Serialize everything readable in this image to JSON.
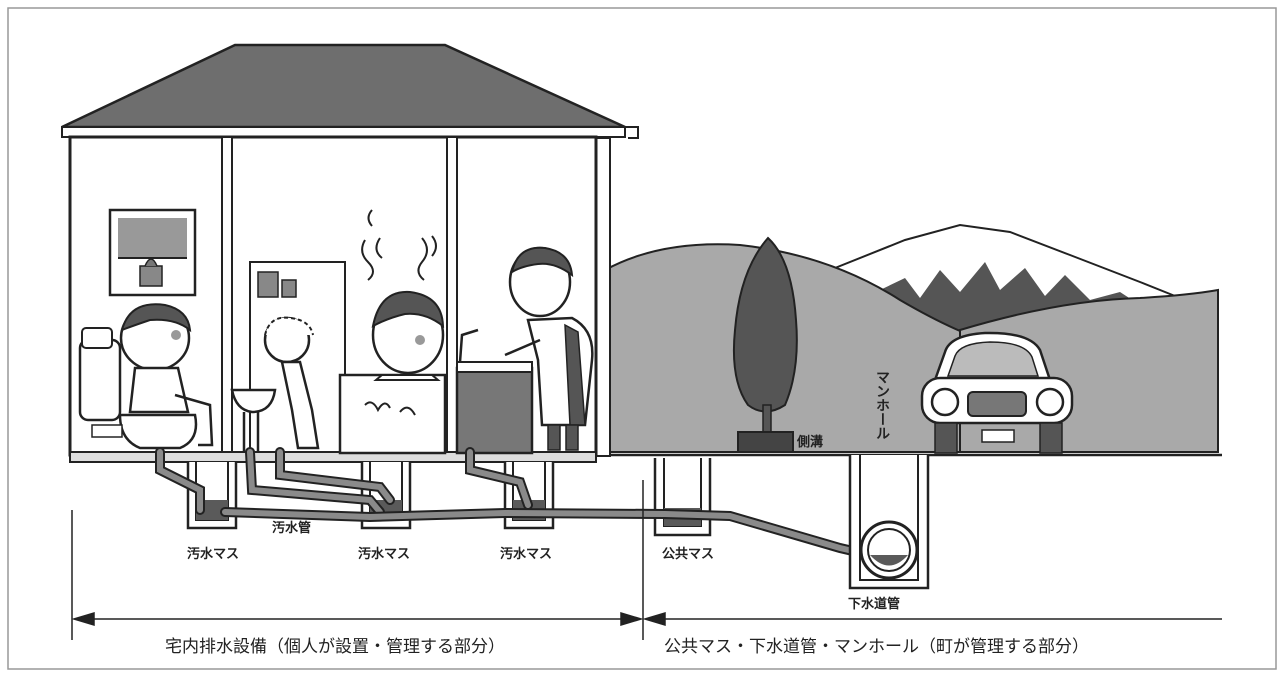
{
  "labels": {
    "sewage_box_1": "汚水マス",
    "sewage_pipe": "汚水管",
    "sewage_box_2": "汚水マス",
    "sewage_box_3": "汚水マス",
    "public_box": "公共マス",
    "side_ditch": "側溝",
    "manhole": "マンホール",
    "sewer_main": "下水道管"
  },
  "sections": {
    "private": "宅内排水設備（個人が設置・管理する部分）",
    "public": "公共マス・下水道管・マンホール（町が管理する部分）"
  },
  "colors": {
    "line": "#222222",
    "roof": "#6e6e6e",
    "hill": "#a9a9a9",
    "mountain": "#555555",
    "ground": "#ffffff",
    "pipe": "#8a8a8a",
    "sewage": "#5a5a5a"
  },
  "icons": [
    "house-icon",
    "toilet-icon",
    "child-icon",
    "sink-icon",
    "bathtub-icon",
    "person-icon",
    "tree-icon",
    "car-icon",
    "mountain-icon"
  ]
}
